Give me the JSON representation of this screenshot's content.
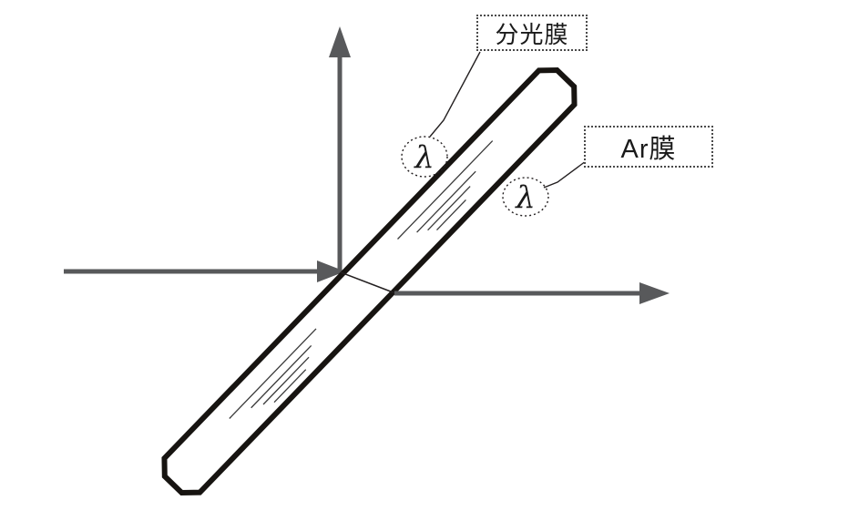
{
  "diagram": {
    "labels": {
      "beam_splitter_film": "分光膜",
      "ar_film": "Ar膜",
      "lambda_front": "λ",
      "lambda_back": "λ"
    },
    "colors": {
      "ray_arrow": "#58595b",
      "plate_outline": "#171411",
      "leader_line": "#231f20",
      "glass_shine": "#3a3a3a"
    }
  }
}
